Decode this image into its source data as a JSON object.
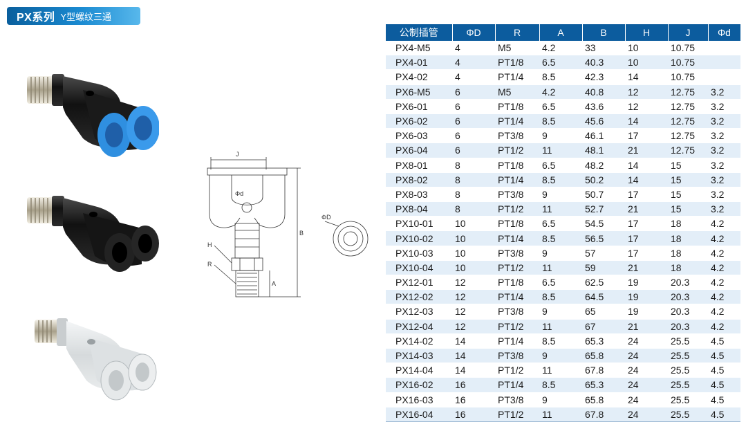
{
  "header": {
    "series": "PX系列",
    "subtitle": "Y型螺纹三通"
  },
  "drawing": {
    "label_j": "J",
    "label_phi_d_small": "Φd",
    "label_b": "B",
    "label_h": "H",
    "label_r": "R",
    "label_a": "A",
    "label_phi_d_big": "ΦD"
  },
  "product_images": [
    {
      "name": "black-blue-fitting",
      "collet_color": "#2f8fe0"
    },
    {
      "name": "black-fitting",
      "collet_color": "#1c1c1c"
    },
    {
      "name": "white-fitting",
      "collet_color": "#d8dde0"
    }
  ],
  "table": {
    "columns": [
      "公制插管",
      "ΦD",
      "R",
      "A",
      "B",
      "H",
      "J",
      "Φd"
    ],
    "rows": [
      [
        "PX4-M5",
        "4",
        "M5",
        "4.2",
        "33",
        "10",
        "10.75",
        ""
      ],
      [
        "PX4-01",
        "4",
        "PT1/8",
        "6.5",
        "40.3",
        "10",
        "10.75",
        ""
      ],
      [
        "PX4-02",
        "4",
        "PT1/4",
        "8.5",
        "42.3",
        "14",
        "10.75",
        ""
      ],
      [
        "PX6-M5",
        "6",
        "M5",
        "4.2",
        "40.8",
        "12",
        "12.75",
        "3.2"
      ],
      [
        "PX6-01",
        "6",
        "PT1/8",
        "6.5",
        "43.6",
        "12",
        "12.75",
        "3.2"
      ],
      [
        "PX6-02",
        "6",
        "PT1/4",
        "8.5",
        "45.6",
        "14",
        "12.75",
        "3.2"
      ],
      [
        "PX6-03",
        "6",
        "PT3/8",
        "9",
        "46.1",
        "17",
        "12.75",
        "3.2"
      ],
      [
        "PX6-04",
        "6",
        "PT1/2",
        "11",
        "48.1",
        "21",
        "12.75",
        "3.2"
      ],
      [
        "PX8-01",
        "8",
        "PT1/8",
        "6.5",
        "48.2",
        "14",
        "15",
        "3.2"
      ],
      [
        "PX8-02",
        "8",
        "PT1/4",
        "8.5",
        "50.2",
        "14",
        "15",
        "3.2"
      ],
      [
        "PX8-03",
        "8",
        "PT3/8",
        "9",
        "50.7",
        "17",
        "15",
        "3.2"
      ],
      [
        "PX8-04",
        "8",
        "PT1/2",
        "11",
        "52.7",
        "21",
        "15",
        "3.2"
      ],
      [
        "PX10-01",
        "10",
        "PT1/8",
        "6.5",
        "54.5",
        "17",
        "18",
        "4.2"
      ],
      [
        "PX10-02",
        "10",
        "PT1/4",
        "8.5",
        "56.5",
        "17",
        "18",
        "4.2"
      ],
      [
        "PX10-03",
        "10",
        "PT3/8",
        "9",
        "57",
        "17",
        "18",
        "4.2"
      ],
      [
        "PX10-04",
        "10",
        "PT1/2",
        "11",
        "59",
        "21",
        "18",
        "4.2"
      ],
      [
        "PX12-01",
        "12",
        "PT1/8",
        "6.5",
        "62.5",
        "19",
        "20.3",
        "4.2"
      ],
      [
        "PX12-02",
        "12",
        "PT1/4",
        "8.5",
        "64.5",
        "19",
        "20.3",
        "4.2"
      ],
      [
        "PX12-03",
        "12",
        "PT3/8",
        "9",
        "65",
        "19",
        "20.3",
        "4.2"
      ],
      [
        "PX12-04",
        "12",
        "PT1/2",
        "11",
        "67",
        "21",
        "20.3",
        "4.2"
      ],
      [
        "PX14-02",
        "14",
        "PT1/4",
        "8.5",
        "65.3",
        "24",
        "25.5",
        "4.5"
      ],
      [
        "PX14-03",
        "14",
        "PT3/8",
        "9",
        "65.8",
        "24",
        "25.5",
        "4.5"
      ],
      [
        "PX14-04",
        "14",
        "PT1/2",
        "11",
        "67.8",
        "24",
        "25.5",
        "4.5"
      ],
      [
        "PX16-02",
        "16",
        "PT1/4",
        "8.5",
        "65.3",
        "24",
        "25.5",
        "4.5"
      ],
      [
        "PX16-03",
        "16",
        "PT3/8",
        "9",
        "65.8",
        "24",
        "25.5",
        "4.5"
      ],
      [
        "PX16-04",
        "16",
        "PT1/2",
        "11",
        "67.8",
        "24",
        "25.5",
        "4.5"
      ]
    ]
  }
}
